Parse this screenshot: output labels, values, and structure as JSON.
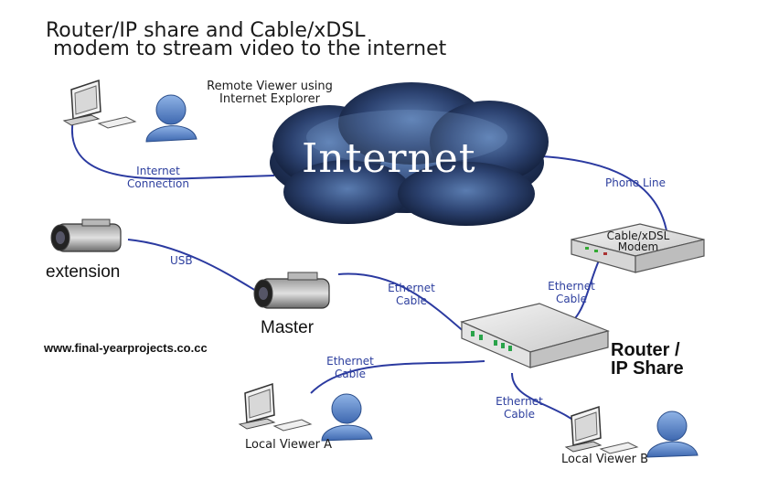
{
  "title_line1": "Router/IP share and Cable/xDSL",
  "title_line2": "modem to stream video to the internet",
  "cloud_label": "Internet",
  "remote_viewer_line1": "Remote Viewer using",
  "remote_viewer_line2": "Internet Explorer",
  "internet_connection_line1": "Internet",
  "internet_connection_line2": "Connection",
  "phone_line": "Phone Line",
  "modem_line1": "Cable/xDSL",
  "modem_line2": "Modem",
  "camera_extension_label": "extension",
  "usb_label": "USB",
  "camera_master_label": "Master",
  "ethernet_word": "Ethernet",
  "cable_word": "Cable",
  "router_line1": "Router /",
  "router_line2": "IP Share",
  "website": "www.final-yearprojects.co.cc",
  "local_viewer_a": "Local Viewer A",
  "local_viewer_b": "Local Viewer B",
  "colors": {
    "link": "#2b3aa0",
    "cloud_dark": "#1a2a4e",
    "cloud_light": "#8fb0d8",
    "person": "#5b86c7"
  }
}
